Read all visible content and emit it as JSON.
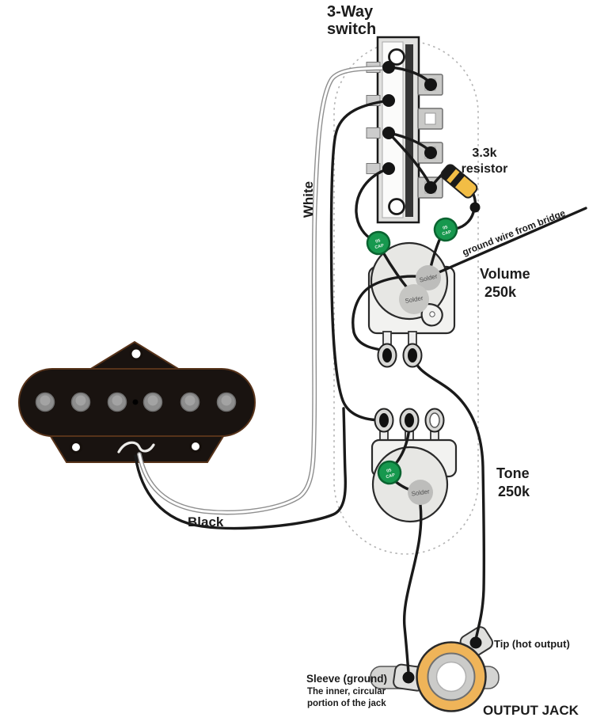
{
  "labels": {
    "switch": {
      "line1": "3-Way",
      "line2": "switch"
    },
    "resistor": {
      "line1": "3.3k",
      "line2": "resistor"
    },
    "ground_wire_note": "ground wire from bridge",
    "volume": {
      "line1": "Volume",
      "line2": "250k"
    },
    "tone": {
      "line1": "Tone",
      "line2": "250k"
    },
    "wire_white": "White",
    "wire_black": "Black",
    "solder": "Solder",
    "cap": {
      "line1": "05",
      "line2": "CAP"
    },
    "jack": {
      "tip": "Tip (hot output)",
      "sleeve_line1": "Sleeve (ground)",
      "sleeve_line2": "The inner, circular",
      "sleeve_line3": "portion of the jack",
      "title": "OUTPUT JACK"
    }
  },
  "colors": {
    "wire_black": "#1a1a1a",
    "cap_green": "#17984e",
    "resistor_yellow": "#f2bd45",
    "jack_ring_orange": "#efb459",
    "pickup_black": "#191310",
    "pot_gray": "#e7e7e4",
    "solder_gray": "#bdbdbb",
    "plate_dotted_gray": "#b3b3b3"
  }
}
